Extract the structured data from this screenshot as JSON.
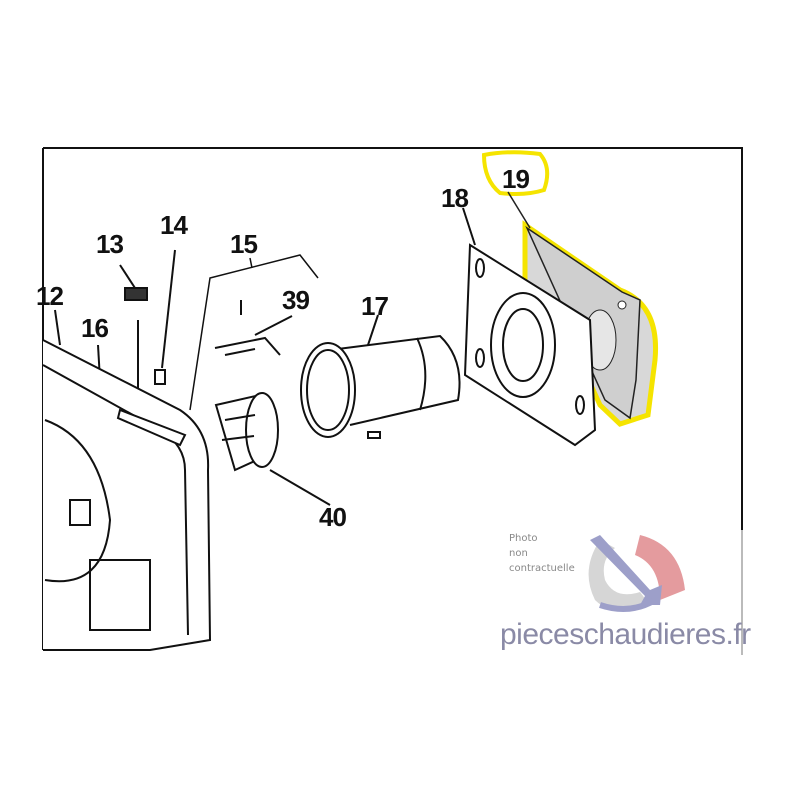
{
  "diagram": {
    "part_labels": {
      "p12": "12",
      "p13": "13",
      "p14": "14",
      "p15": "15",
      "p16": "16",
      "p17": "17",
      "p18": "18",
      "p19": "19",
      "p39": "39",
      "p40": "40"
    },
    "highlighted_part": "19",
    "highlight_color": "#f5e400"
  },
  "watermark": {
    "note_line1": "Photo",
    "note_line2": "non",
    "note_line3": "contractuelle",
    "brand": "pieceschaudieres.fr",
    "logo_colors": [
      "#8c8fc0",
      "#e08a8e",
      "#cfcfcf"
    ]
  }
}
